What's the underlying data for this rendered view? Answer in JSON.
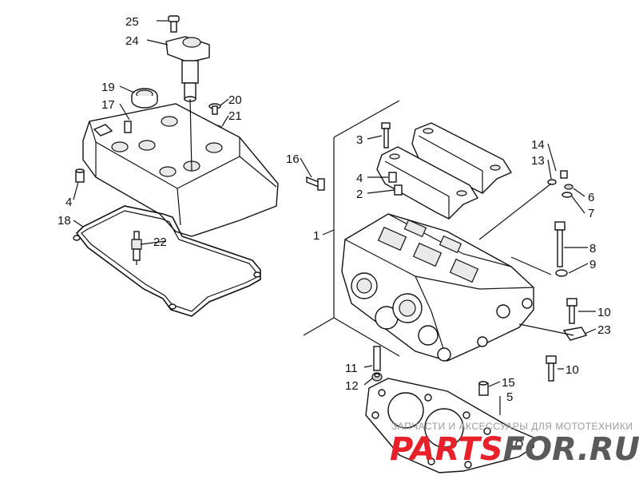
{
  "callouts": [
    {
      "id": "c1",
      "text": "1"
    },
    {
      "id": "c2",
      "text": "2"
    },
    {
      "id": "c3",
      "text": "3"
    },
    {
      "id": "c4a",
      "text": "4"
    },
    {
      "id": "c4b",
      "text": "4"
    },
    {
      "id": "c5",
      "text": "5"
    },
    {
      "id": "c6",
      "text": "6"
    },
    {
      "id": "c7",
      "text": "7"
    },
    {
      "id": "c8",
      "text": "8"
    },
    {
      "id": "c9",
      "text": "9"
    },
    {
      "id": "c10a",
      "text": "10"
    },
    {
      "id": "c10b",
      "text": "10"
    },
    {
      "id": "c11",
      "text": "11"
    },
    {
      "id": "c12",
      "text": "12"
    },
    {
      "id": "c13",
      "text": "13"
    },
    {
      "id": "c14",
      "text": "14"
    },
    {
      "id": "c15",
      "text": "15"
    },
    {
      "id": "c16",
      "text": "16"
    },
    {
      "id": "c17",
      "text": "17"
    },
    {
      "id": "c18",
      "text": "18"
    },
    {
      "id": "c19",
      "text": "19"
    },
    {
      "id": "c20",
      "text": "20"
    },
    {
      "id": "c21",
      "text": "21"
    },
    {
      "id": "c22",
      "text": "22"
    },
    {
      "id": "c23",
      "text": "23"
    },
    {
      "id": "c24",
      "text": "24"
    },
    {
      "id": "c25",
      "text": "25"
    }
  ],
  "watermark": {
    "tagline": "ЗАПЧАСТИ И АКСЕССУАРЫ ДЛЯ МОТОТЕХНИКИ",
    "brand_red": "PARTS",
    "brand_gray": "FOR.RU",
    "red_color": "#e8202a",
    "gray_color": "#5a5a5a"
  }
}
